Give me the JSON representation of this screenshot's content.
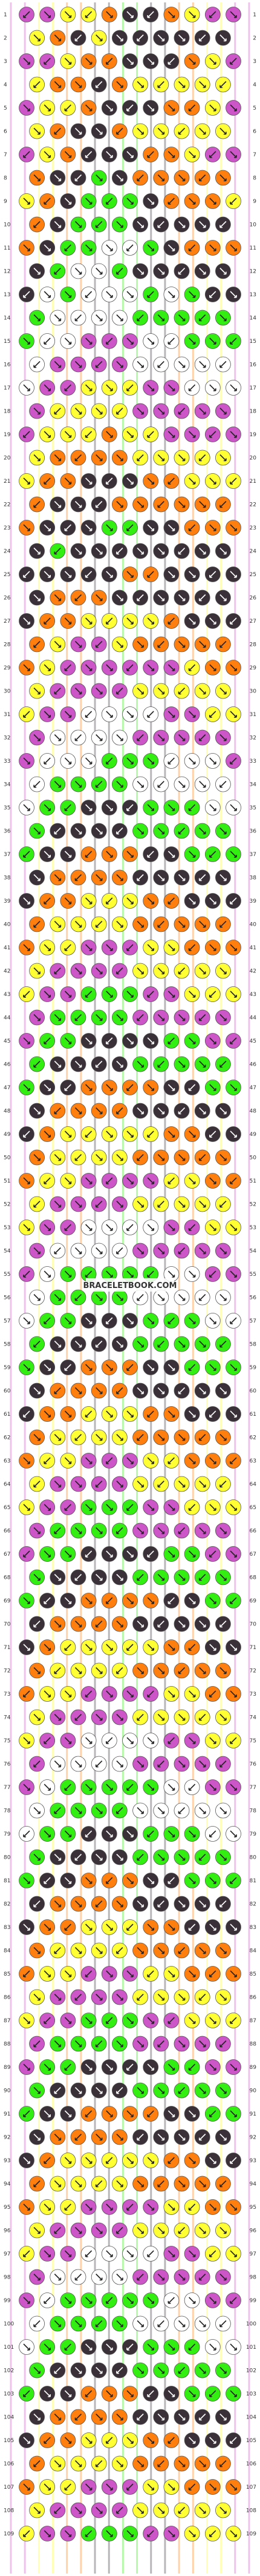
{
  "palette": {
    "a": "#cc55c8",
    "b": "#ffff33",
    "c": "#ff7f0e",
    "d": "#3a3038",
    "e": "#33ee11",
    "f": "#ffffff"
  },
  "strings": [
    "a",
    "a",
    "b",
    "b",
    "c",
    "c",
    "d",
    "d",
    "e",
    "e",
    "d",
    "d",
    "c",
    "c",
    "b",
    "b",
    "a",
    "a"
  ],
  "row_count": 109,
  "row_labels_left": [
    "1",
    "2",
    "3",
    "4",
    "5",
    "6",
    "7",
    "8",
    "9",
    "10",
    "11",
    "12",
    "13",
    "14",
    "15",
    "16",
    "17",
    "18",
    "19",
    "20",
    "21",
    "22",
    "23",
    "24",
    "25",
    "26",
    "27",
    "28",
    "29",
    "30",
    "31",
    "32",
    "33",
    "34",
    "35",
    "36",
    "37",
    "38",
    "39",
    "40",
    "41",
    "42",
    "43",
    "44",
    "45",
    "46",
    "47",
    "48",
    "49",
    "50",
    "51",
    "52",
    "53",
    "54",
    "55",
    "56",
    "57",
    "58",
    "59",
    "60",
    "61",
    "62",
    "63",
    "64",
    "65",
    "66",
    "67",
    "68",
    "69",
    "70",
    "71",
    "72",
    "73",
    "74",
    "75",
    "76",
    "77",
    "78",
    "79",
    "80",
    "81",
    "82",
    "83",
    "84",
    "85",
    "86",
    "87",
    "88",
    "89",
    "90",
    "91",
    "92",
    "93",
    "94",
    "95",
    "96",
    "97",
    "98",
    "99",
    "100",
    "101",
    "102",
    "103",
    "104",
    "105",
    "106",
    "107",
    "108",
    "109"
  ],
  "row_labels_right": [
    "1",
    "2",
    "3",
    "4",
    "5",
    "6",
    "7",
    "8",
    "9",
    "10",
    "11",
    "12",
    "13",
    "14",
    "15",
    "16",
    "17",
    "18",
    "19",
    "20",
    "21",
    "22",
    "23",
    "24",
    "25",
    "26",
    "27",
    "28",
    "29",
    "30",
    "31",
    "32",
    "33",
    "34",
    "35",
    "36",
    "37",
    "38",
    "39",
    "40",
    "41",
    "42",
    "43",
    "44",
    "45",
    "46",
    "47",
    "48",
    "49",
    "50",
    "51",
    "52",
    "53",
    "54",
    "55",
    "56",
    "57",
    "58",
    "59",
    "60",
    "61",
    "62",
    "63",
    "64",
    "65",
    "66",
    "67",
    "68",
    "69",
    "70",
    "71",
    "72",
    "73",
    "74",
    "75",
    "76",
    "77",
    "78",
    "79",
    "80",
    "81",
    "82",
    "83",
    "84",
    "85",
    "86",
    "87",
    "88",
    "89",
    "90",
    "91",
    "92",
    "93",
    "94",
    "95",
    "96",
    "97",
    "98",
    "99",
    "100",
    "101",
    "102",
    "103",
    "104",
    "105",
    "106",
    "107",
    "108",
    "109"
  ],
  "knot_rows": [
    "aabbcddcba",
    "bcdbd",
    "aabccdddcba",
    "bccdcb",
    "abbcdddccba",
    "bcddcb",
    "abcdddccbaa",
    "cddedc",
    "bcdeeedcccb",
    "cdeeed",
    "cdeeffedccc",
    "deffed",
    "dfefffefedd",
    "effffe",
    "effaaaffeee",
    "faaaaf",
    "faabbbaafff",
    "abbbba",
    "abbbcbbaaaa",
    "bccccb",
    "bccdddccbbb",
    "cdddcc",
    "cdddeeddccc",
    "dedddd",
    "dddddccdddd",
    "dcccdd",
    "dccbbbbcddd",
    "cbaabc",
    "cbaaaaaabcc",
    "baaaab",
    "baaffffaabb",
    "affffa",
    "afffeeefffa",
    "feeeef",
    "feedddeeeff",
    "edddde",
    "eddcccddeee",
    "dccccd",
    "dccbbbccddd",
    "cbbbbc",
    "cbbaaabbccc",
    "baaaab",
    "baaeeeaabbb",
    "aeeeea",
    "aeeddddeeaa",
    "edddde",
    "eddccccddee",
    "dccccd",
    "dcbbbbbccdd",
    "cbbbbc",
    "cbbaaaabbcc",
    "baaaab",
    "baaffffaabb",
    "affffa",
    "afeeeeeffaa",
    "feeeef",
    "feedddeeeff",
    "edddde",
    "eddcccddeee",
    "dccccd",
    "dccbbbccddd",
    "cbbbbc",
    "cbbaaabbccc",
    "baaaab",
    "baaeeeaabbb",
    "aeeeea",
    "aeeddddeeaa",
    "edddde",
    "eddccccddee",
    "dccccd",
    "dcbbbbbccdd",
    "cbbbbc",
    "cbbaaaabbcc",
    "baaaab",
    "baaffffaabb",
    "affffa",
    "afeeeeeffaa",
    "feeeef",
    "feedddeeeff",
    "edddde",
    "eddcccddeee",
    "dccccd",
    "dccbbbccddd",
    "cbbbbc",
    "cbbaaabbccc",
    "baaaab",
    "baaeeeaabbb",
    "aeeeea",
    "aeeddddeeaa",
    "edddde",
    "eddccccddee",
    "dccccd",
    "dcbbbbbccdd",
    "cbbbbc",
    "cbbaaaabbcc",
    "baaaab",
    "baaffffaabb",
    "affffa",
    "afeeeeeffaa",
    "feeeef",
    "feedddeeeff",
    "edddde",
    "eddcccddeee",
    "dccccd",
    "dccbbbccddd",
    "cbbbbc",
    "cbbaaabbccc",
    "baaaab",
    "baaeeeaabbb"
  ],
  "watermark": "BRACELETBOOK.COM"
}
